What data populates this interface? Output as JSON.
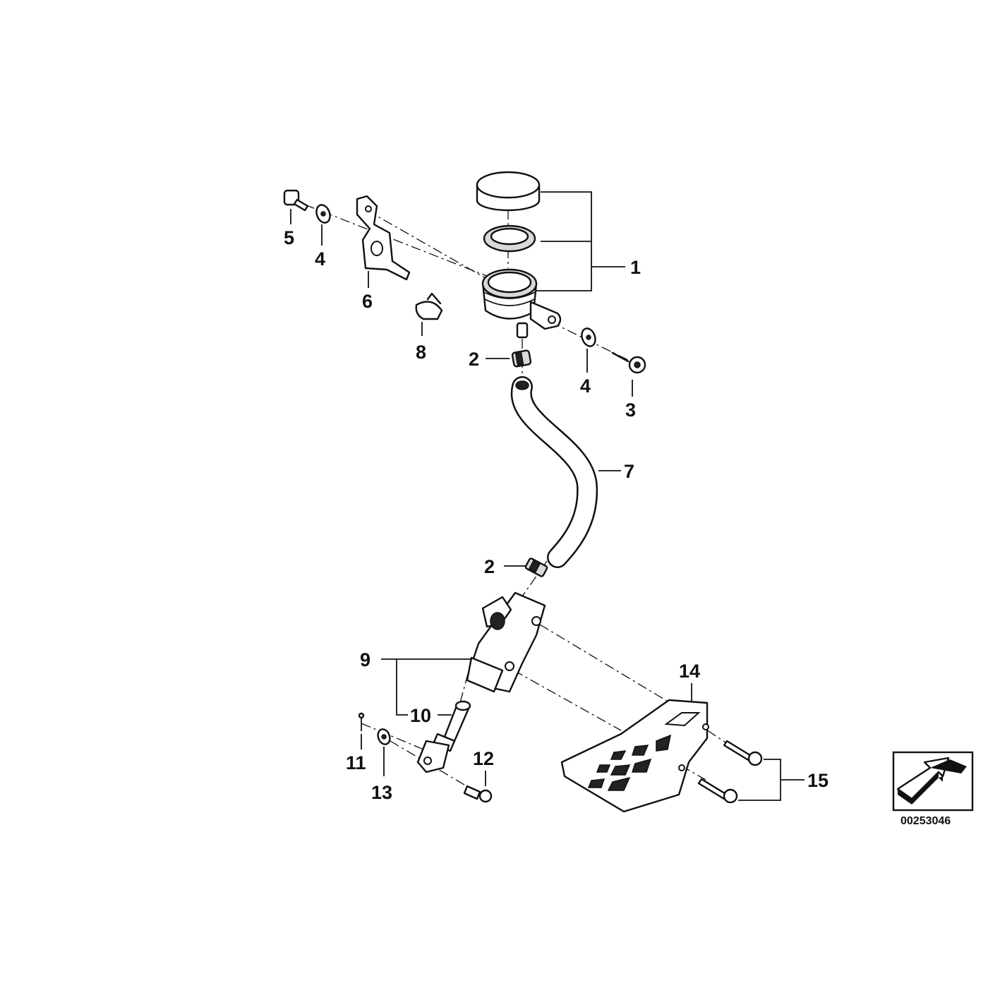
{
  "diagram": {
    "reference_number": "00253046",
    "callouts": {
      "c1": "1",
      "c2a": "2",
      "c2b": "2",
      "c3": "3",
      "c4a": "4",
      "c4b": "4",
      "c5": "5",
      "c6": "6",
      "c7": "7",
      "c8": "8",
      "c9": "9",
      "c10": "10",
      "c11": "11",
      "c12": "12",
      "c13": "13",
      "c14": "14",
      "c15": "15"
    },
    "icons": {
      "direction": "arrow-icon"
    },
    "colors": {
      "ink": "#111111",
      "paper": "#ffffff",
      "shade": "#d9d9d9"
    }
  }
}
